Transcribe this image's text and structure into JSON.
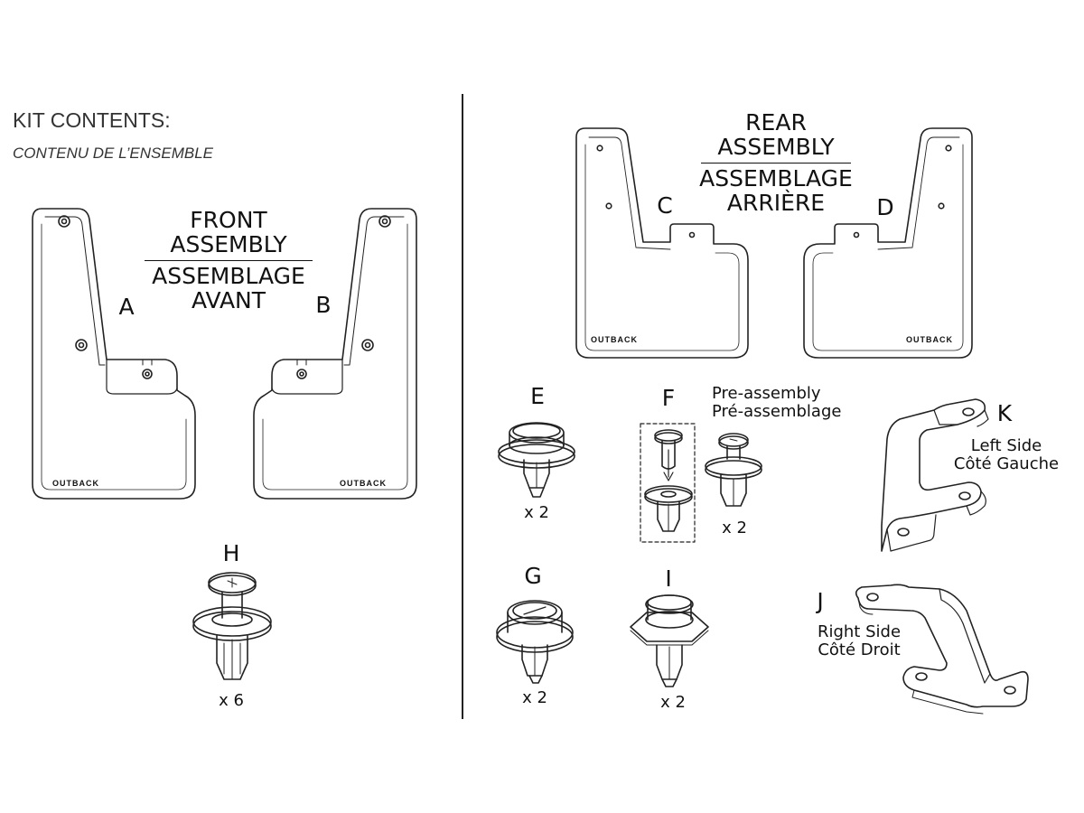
{
  "kit": {
    "title": "KIT CONTENTS:",
    "subtitle": "CONTENU DE L’ENSEMBLE"
  },
  "front_assembly": {
    "en_line1": "FRONT",
    "en_line2": "ASSEMBLY",
    "fr_line1": "ASSEMBLAGE",
    "fr_line2": "AVANT"
  },
  "rear_assembly": {
    "en_line1": "REAR",
    "en_line2": "ASSEMBLY",
    "fr_line1": "ASSEMBLAGE",
    "fr_line2": "ARRIÈRE"
  },
  "parts": {
    "A": {
      "letter": "A",
      "logo": "OUTBACK"
    },
    "B": {
      "letter": "B",
      "logo": "OUTBACK"
    },
    "C": {
      "letter": "C",
      "logo": "OUTBACK"
    },
    "D": {
      "letter": "D",
      "logo": "OUTBACK"
    },
    "E": {
      "letter": "E",
      "qty": "x 2"
    },
    "F": {
      "letter": "F",
      "qty": "x 2",
      "note_en": "Pre-assembly",
      "note_fr": "Pré-assemblage"
    },
    "G": {
      "letter": "G",
      "qty": "x 2"
    },
    "H": {
      "letter": "H",
      "qty": "x 6"
    },
    "I": {
      "letter": "I",
      "qty": "x 2"
    },
    "J": {
      "letter": "J",
      "side_en": "Right Side",
      "side_fr": "Côté Droit"
    },
    "K": {
      "letter": "K",
      "side_en": "Left Side",
      "side_fr": "Côté Gauche"
    }
  }
}
